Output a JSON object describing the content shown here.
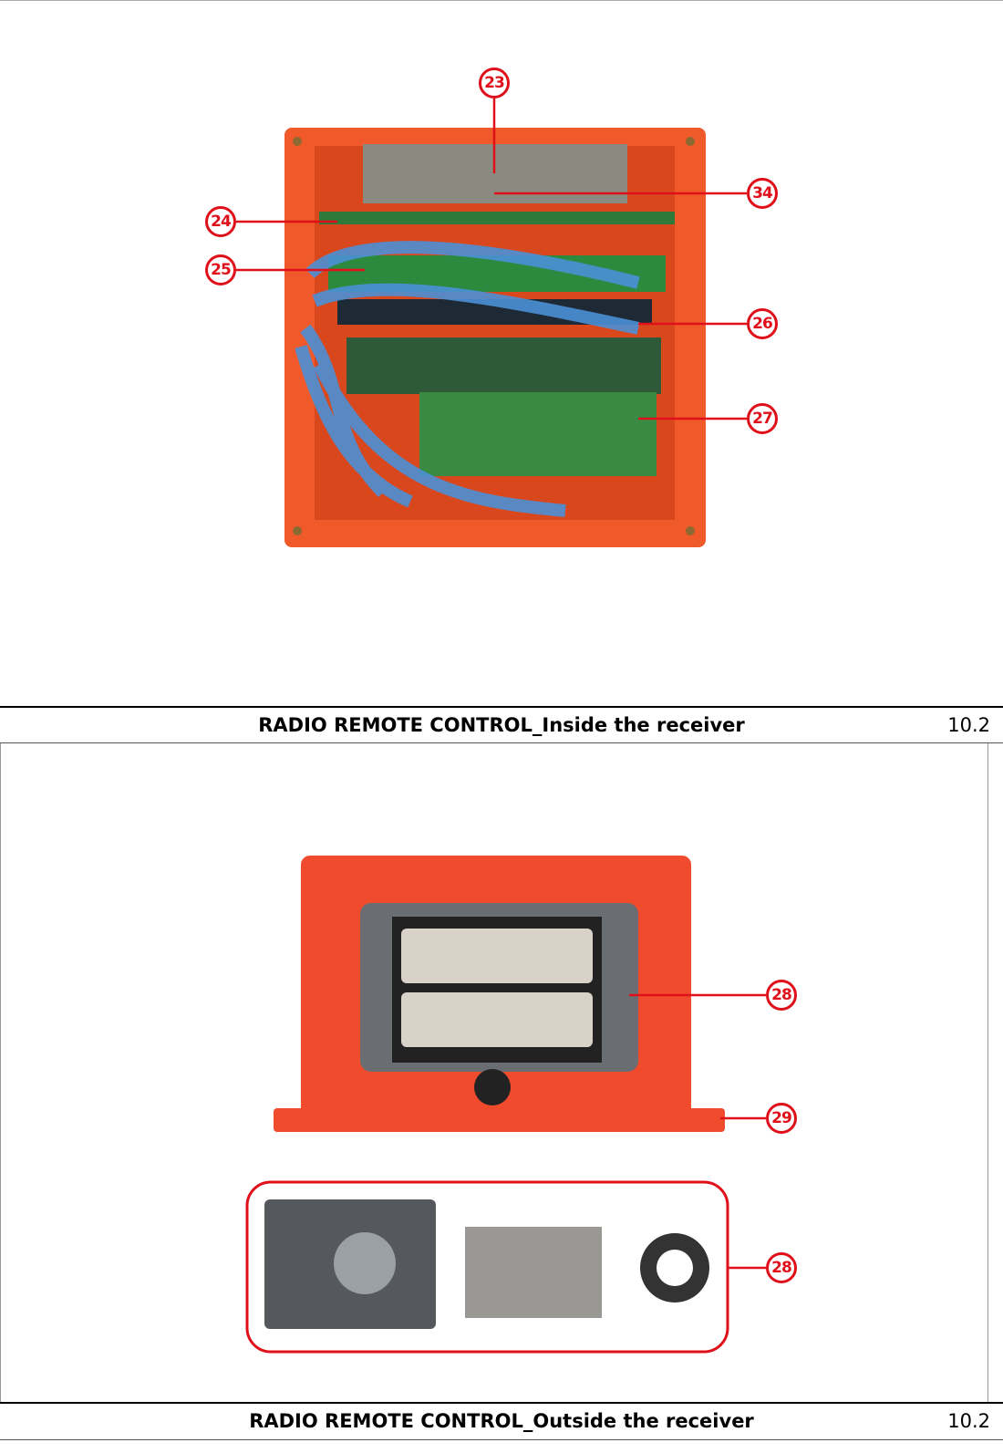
{
  "sections": [
    {
      "caption": "RADIO REMOTE CONTROL_Inside the receiver",
      "number": "10.2",
      "callouts": [
        "23",
        "34",
        "24",
        "25",
        "26",
        "27"
      ]
    },
    {
      "caption": "RADIO REMOTE CONTROL_Outside the receiver",
      "number": "10.2",
      "callouts": [
        "28",
        "29",
        "28"
      ]
    }
  ],
  "colors": {
    "callout": "#e0101a",
    "housing": "#f05a2a"
  }
}
